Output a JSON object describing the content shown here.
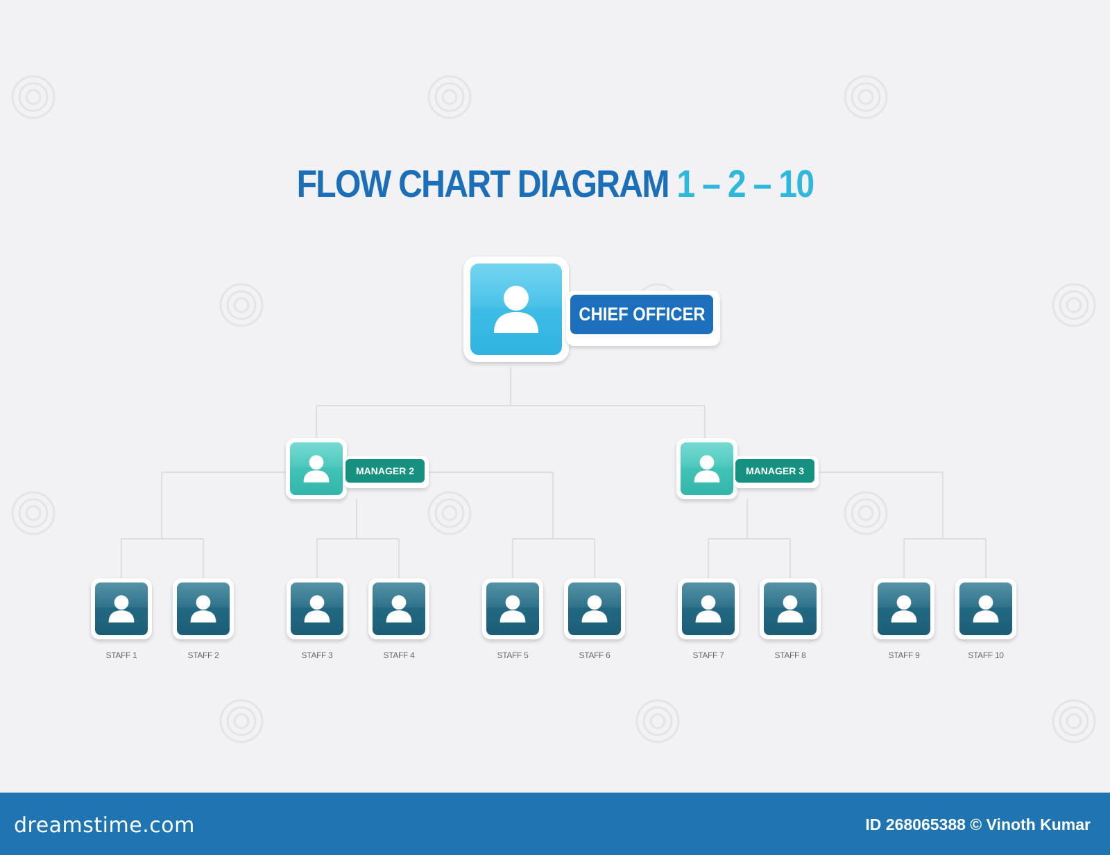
{
  "title": {
    "main": "FLOW CHART DIAGRAM",
    "accent": "1 – 2 – 10"
  },
  "colors": {
    "title_main": "#1a6fb8",
    "title_accent": "#2fb8de",
    "chief_tile": "#36b9e2",
    "chief_tag": "#1b6fbb",
    "manager_tile": "#3dbfb4",
    "manager_tag": "#16917f",
    "staff_tile": "#21667f",
    "connector": "#d6d6da",
    "footer": "#1f74b2"
  },
  "chief": {
    "label": "CHIEF OFFICER",
    "icon": "person-icon"
  },
  "managers": [
    {
      "label": "MANAGER 2",
      "icon": "person-icon"
    },
    {
      "label": "MANAGER 3",
      "icon": "person-icon"
    }
  ],
  "staff": [
    {
      "label": "STAFF 1",
      "icon": "person-icon"
    },
    {
      "label": "STAFF 2",
      "icon": "person-icon"
    },
    {
      "label": "STAFF 3",
      "icon": "person-icon"
    },
    {
      "label": "STAFF 4",
      "icon": "person-icon"
    },
    {
      "label": "STAFF 5",
      "icon": "person-icon"
    },
    {
      "label": "STAFF 6",
      "icon": "person-icon"
    },
    {
      "label": "STAFF 7",
      "icon": "person-icon"
    },
    {
      "label": "STAFF 8",
      "icon": "person-icon"
    },
    {
      "label": "STAFF 9",
      "icon": "person-icon"
    },
    {
      "label": "STAFF 10",
      "icon": "person-icon"
    }
  ],
  "footer": {
    "brand": "dreamstime.com",
    "credit": "ID 268065388 © Vinoth Kumar"
  }
}
